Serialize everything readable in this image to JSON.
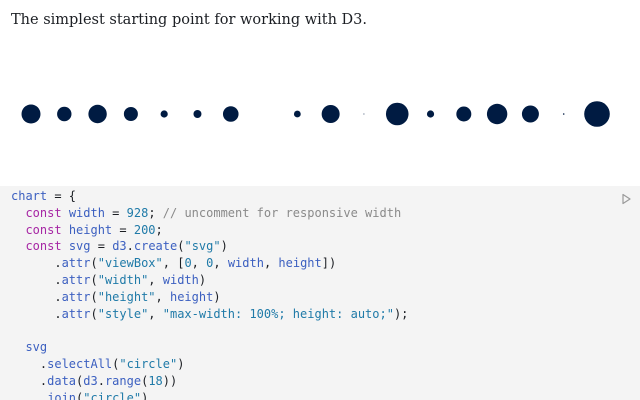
{
  "intro_text": "The simplest starting point for working with D3.",
  "dot_color": "#001b42",
  "chart_data": {
    "type": "scatter",
    "title": "",
    "count": 18,
    "radii": [
      9.5,
      7.2,
      9.2,
      7.0,
      3.6,
      4.0,
      7.8,
      0,
      3.4,
      9.0,
      0.5,
      11.3,
      3.6,
      7.5,
      10.2,
      8.5,
      0.8,
      12.8
    ]
  },
  "run_icon": "play-icon",
  "code_lines": [
    [
      [
        "var",
        "chart"
      ],
      [
        "pun",
        " = {"
      ]
    ],
    [
      [
        "pun",
        "  "
      ],
      [
        "kw",
        "const"
      ],
      [
        "pun",
        " "
      ],
      [
        "var",
        "width"
      ],
      [
        "pun",
        " = "
      ],
      [
        "num",
        "928"
      ],
      [
        "pun",
        "; "
      ],
      [
        "cmt",
        "// uncomment for responsive width"
      ]
    ],
    [
      [
        "pun",
        "  "
      ],
      [
        "kw",
        "const"
      ],
      [
        "pun",
        " "
      ],
      [
        "var",
        "height"
      ],
      [
        "pun",
        " = "
      ],
      [
        "num",
        "200"
      ],
      [
        "pun",
        ";"
      ]
    ],
    [
      [
        "pun",
        "  "
      ],
      [
        "kw",
        "const"
      ],
      [
        "pun",
        " "
      ],
      [
        "var",
        "svg"
      ],
      [
        "pun",
        " = "
      ],
      [
        "var",
        "d3"
      ],
      [
        "pun",
        "."
      ],
      [
        "fn",
        "create"
      ],
      [
        "pun",
        "("
      ],
      [
        "str",
        "\"svg\""
      ],
      [
        "pun",
        ")"
      ]
    ],
    [
      [
        "pun",
        "      ."
      ],
      [
        "fn",
        "attr"
      ],
      [
        "pun",
        "("
      ],
      [
        "str",
        "\"viewBox\""
      ],
      [
        "pun",
        ", ["
      ],
      [
        "num",
        "0"
      ],
      [
        "pun",
        ", "
      ],
      [
        "num",
        "0"
      ],
      [
        "pun",
        ", "
      ],
      [
        "var",
        "width"
      ],
      [
        "pun",
        ", "
      ],
      [
        "var",
        "height"
      ],
      [
        "pun",
        "])"
      ]
    ],
    [
      [
        "pun",
        "      ."
      ],
      [
        "fn",
        "attr"
      ],
      [
        "pun",
        "("
      ],
      [
        "str",
        "\"width\""
      ],
      [
        "pun",
        ", "
      ],
      [
        "var",
        "width"
      ],
      [
        "pun",
        ")"
      ]
    ],
    [
      [
        "pun",
        "      ."
      ],
      [
        "fn",
        "attr"
      ],
      [
        "pun",
        "("
      ],
      [
        "str",
        "\"height\""
      ],
      [
        "pun",
        ", "
      ],
      [
        "var",
        "height"
      ],
      [
        "pun",
        ")"
      ]
    ],
    [
      [
        "pun",
        "      ."
      ],
      [
        "fn",
        "attr"
      ],
      [
        "pun",
        "("
      ],
      [
        "str",
        "\"style\""
      ],
      [
        "pun",
        ", "
      ],
      [
        "str",
        "\"max-width: 100%; height: auto;\""
      ],
      [
        "pun",
        ");"
      ]
    ],
    [
      [
        "pun",
        ""
      ]
    ],
    [
      [
        "pun",
        "  "
      ],
      [
        "var",
        "svg"
      ]
    ],
    [
      [
        "pun",
        "    ."
      ],
      [
        "fn",
        "selectAll"
      ],
      [
        "pun",
        "("
      ],
      [
        "str",
        "\"circle\""
      ],
      [
        "pun",
        ")"
      ]
    ],
    [
      [
        "pun",
        "    ."
      ],
      [
        "fn",
        "data"
      ],
      [
        "pun",
        "("
      ],
      [
        "var",
        "d3"
      ],
      [
        "pun",
        "."
      ],
      [
        "fn",
        "range"
      ],
      [
        "pun",
        "("
      ],
      [
        "num",
        "18"
      ],
      [
        "pun",
        "))"
      ]
    ],
    [
      [
        "pun",
        "    ."
      ],
      [
        "fn",
        "join"
      ],
      [
        "pun",
        "("
      ],
      [
        "str",
        "\"circle\""
      ],
      [
        "pun",
        ")"
      ]
    ]
  ]
}
